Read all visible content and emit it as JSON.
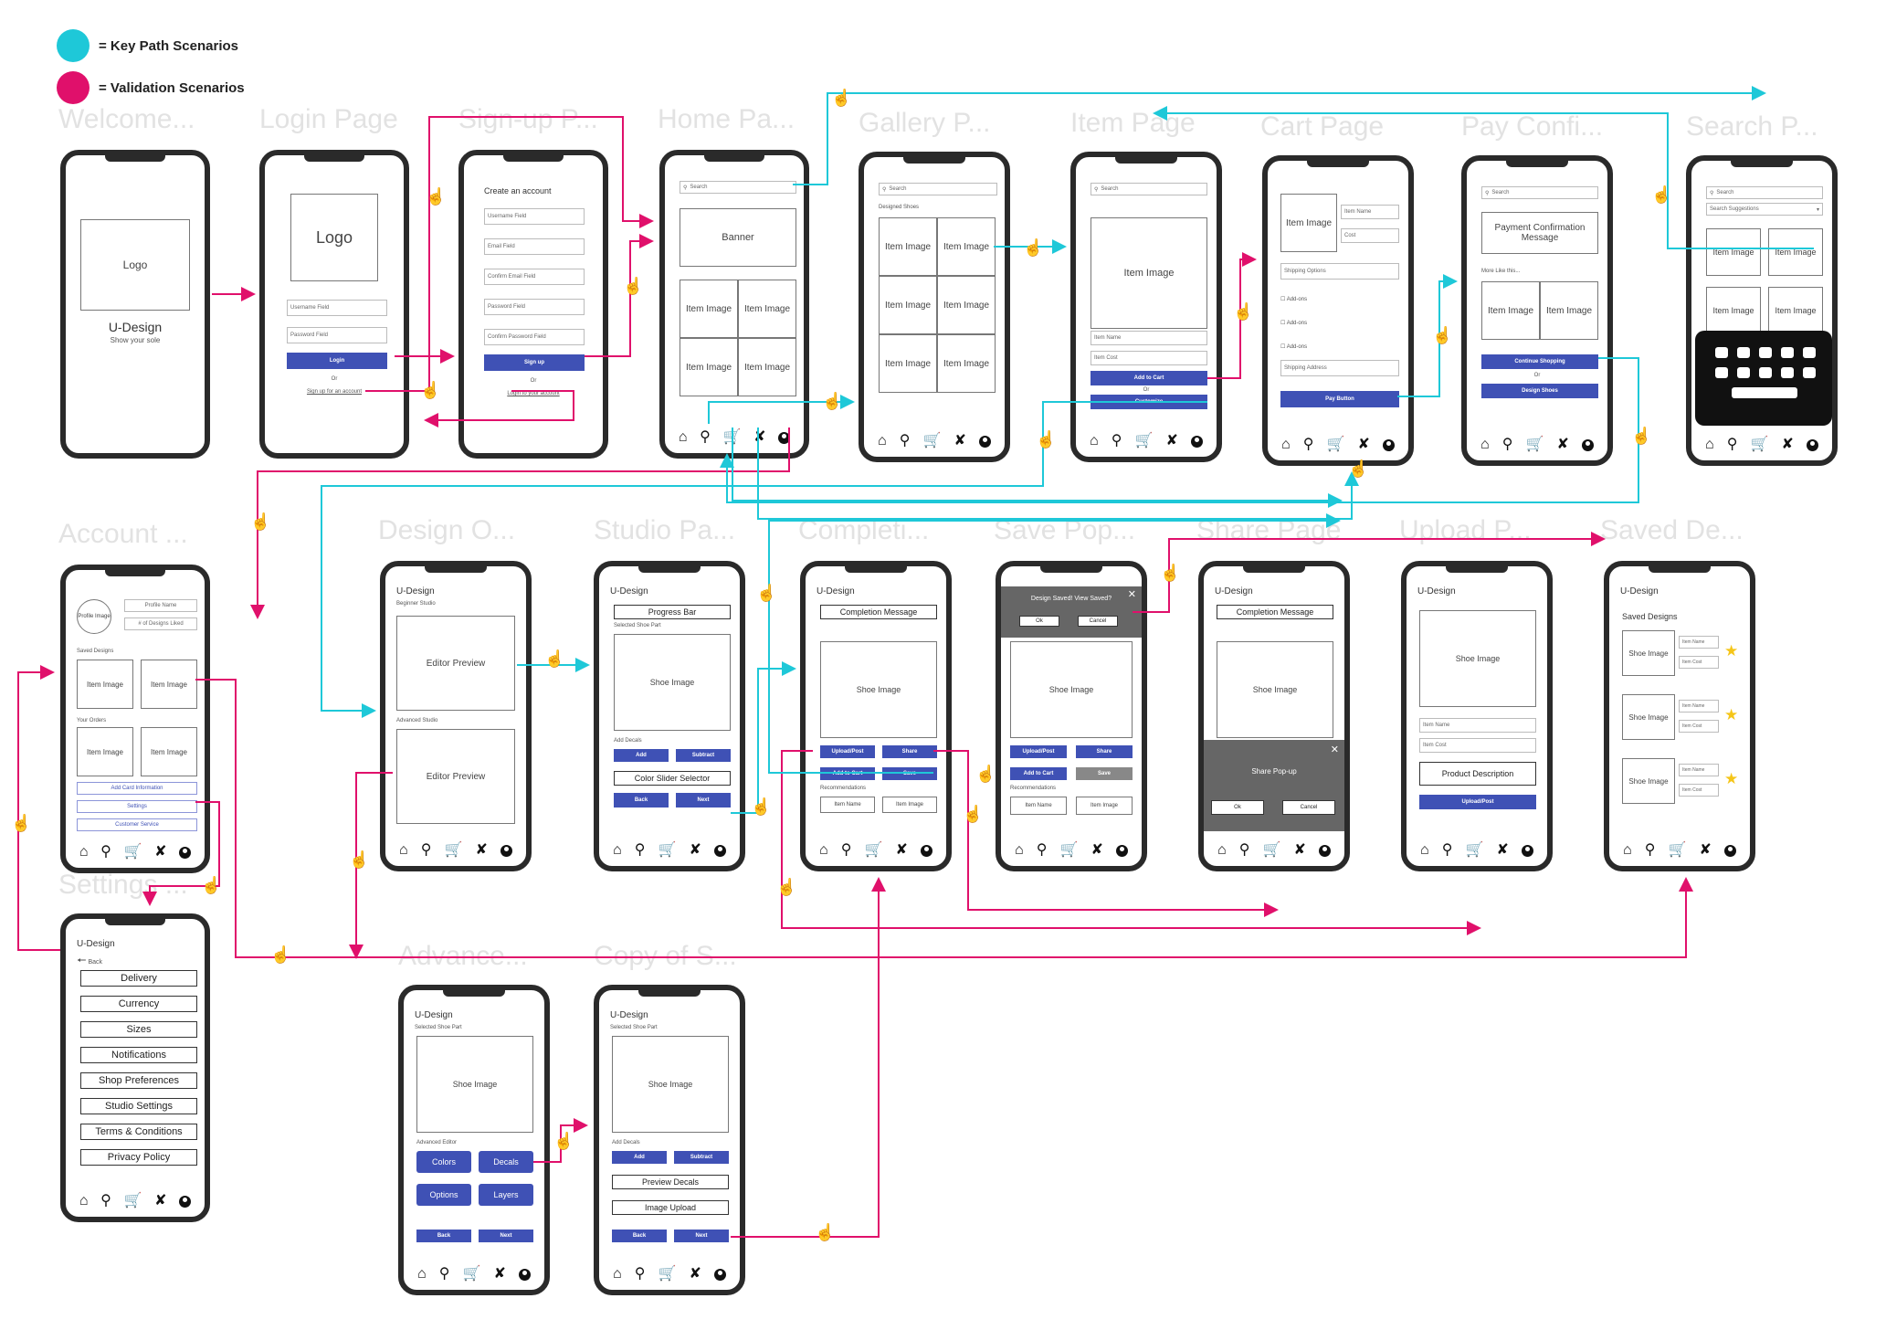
{
  "legend": [
    {
      "label": "= Key Path Scenarios",
      "color": "#1ec8d8"
    },
    {
      "label": "= Validation Scenarios",
      "color": "#e0106b"
    }
  ],
  "colors": {
    "key_path": "#1ec8d8",
    "validation": "#e0106b",
    "accent": "#3f51b5",
    "frame": "#2a2a2a"
  },
  "icons": [
    "home-icon",
    "search-icon",
    "cart-icon",
    "design-tools-icon",
    "profile-icon",
    "pointer-hand-icon",
    "keyboard-icon",
    "star-icon",
    "back-arrow-icon",
    "close-icon"
  ],
  "titles": {
    "welcome": "Welcome...",
    "login": "Login Page",
    "signup": "Sign-up P...",
    "home": "Home Pa...",
    "gallery": "Gallery P...",
    "item": "Item Page",
    "cart": "Cart Page",
    "payconfirm": "Pay Confi...",
    "search": "Search P...",
    "account": "Account ...",
    "design": "Design O...",
    "studio": "Studio Pa...",
    "completion": "Completi...",
    "savepopup": "Save Pop...",
    "share": "Share Page",
    "upload": "Upload P...",
    "saved": "Saved De...",
    "settings": "Settings ...",
    "advanced": "Advance...",
    "copy": "Copy of S..."
  },
  "welcome": {
    "logo": "Logo",
    "brand": "U-Design",
    "tagline": "Show your sole"
  },
  "login": {
    "logo": "Logo",
    "username": "Username Field",
    "password": "Password Field",
    "login_btn": "Login",
    "or": "Or",
    "signup_link": "Sign up for an account"
  },
  "signup": {
    "heading": "Create an account",
    "username": "Username Field",
    "email": "Email Field",
    "confirm_email": "Confirm Email Field",
    "password": "Password Field",
    "confirm_password": "Confirm Password Field",
    "signup_btn": "Sign up",
    "or": "Or",
    "login_link": "Login to your account"
  },
  "home": {
    "search": "Search",
    "banner": "Banner",
    "items": [
      "Item Image",
      "Item Image",
      "Item Image",
      "Item Image"
    ]
  },
  "gallery": {
    "search": "Search",
    "section": "Designed Shoes",
    "items": [
      "Item Image",
      "Item Image",
      "Item Image",
      "Item Image",
      "Item Image",
      "Item Image"
    ]
  },
  "item": {
    "search": "Search",
    "image": "Item Image",
    "name": "Item Name",
    "cost": "Item Cost",
    "add_cart": "Add to Cart",
    "or": "Or",
    "customize": "Customize"
  },
  "cart": {
    "image": "Item Image",
    "name": "Item Name",
    "cost": "Cost",
    "shipping": "Shipping Options",
    "addons": [
      "Add-ons",
      "Add-ons",
      "Add-ons"
    ],
    "address": "Shipping Address",
    "pay": "Pay Button"
  },
  "payconfirm": {
    "search": "Search",
    "message": "Payment Confirmation Message",
    "more": "More Like this...",
    "items": [
      "Item Image",
      "Item Image"
    ],
    "continue": "Continue Shopping",
    "or": "Or",
    "design": "Design Shoes"
  },
  "search": {
    "search": "Search",
    "suggestions": "Search Suggestions",
    "items": [
      "Item Image",
      "Item Image",
      "Item Image",
      "Item Image"
    ]
  },
  "account": {
    "profile_image": "Profile Image",
    "profile_name": "Profile Name",
    "num_designs": "# of Designs Liked",
    "saved_heading": "Saved Designs",
    "saved_items": [
      "Item Image",
      "Item Image"
    ],
    "orders_heading": "Your Orders",
    "order_items": [
      "Item Image",
      "Item Image"
    ],
    "add_card": "Add Card Information",
    "settings": "Settings",
    "customer_service": "Customer Service"
  },
  "settings": {
    "brand": "U-Design",
    "back": "Back",
    "items": [
      "Delivery",
      "Currency",
      "Sizes",
      "Notifications",
      "Shop Preferences",
      "Studio Settings",
      "Terms & Conditions",
      "Privacy Policy"
    ]
  },
  "design": {
    "brand": "U-Design",
    "beginner": "Beginner Studio",
    "preview1": "Editor Preview",
    "advanced": "Advanced Studio",
    "preview2": "Editor Preview"
  },
  "studio": {
    "brand": "U-Design",
    "progress": "Progress Bar",
    "selected": "Selected Shoe Part",
    "image": "Shoe Image",
    "decals": "Add Decals",
    "add": "Add",
    "subtract": "Subtract",
    "color": "Color Slider Selector",
    "back": "Back",
    "next": "Next"
  },
  "completion": {
    "brand": "U-Design",
    "message": "Completion Message",
    "image": "Shoe Image",
    "upload": "Upload/Post",
    "share": "Share",
    "add_cart": "Add to Cart",
    "save": "Save",
    "recs": "Recommendations",
    "rec_items": [
      "Item Name",
      "Item Image"
    ]
  },
  "savepopup": {
    "question": "Design Saved! View Saved?",
    "ok": "Ok",
    "cancel": "Cancel",
    "image": "Shoe Image",
    "upload": "Upload/Post",
    "share": "Share",
    "add_cart": "Add to Cart",
    "save": "Save",
    "recs": "Recommendations",
    "rec_items": [
      "Item Name",
      "Item Image"
    ]
  },
  "share": {
    "brand": "U-Design",
    "message": "Completion Message",
    "image": "Shoe Image",
    "popup": "Share Pop-up",
    "ok": "Ok",
    "cancel": "Cancel"
  },
  "upload": {
    "brand": "U-Design",
    "image": "Shoe Image",
    "name": "Item Name",
    "cost": "Item Cost",
    "description": "Product Description",
    "upload_btn": "Upload/Post"
  },
  "saved": {
    "brand": "U-Design",
    "heading": "Saved Designs",
    "rows": [
      {
        "image": "Shoe Image",
        "name": "Item Name",
        "cost": "Item Cost"
      },
      {
        "image": "Shoe Image",
        "name": "Item Name",
        "cost": "Item Cost"
      },
      {
        "image": "Shoe Image",
        "name": "Item Name",
        "cost": "Item Cost"
      }
    ]
  },
  "advanced": {
    "brand": "U-Design",
    "selected": "Selected Shoe Part",
    "image": "Shoe Image",
    "editor": "Advanced Editor",
    "colors": "Colors",
    "decals": "Decals",
    "options": "Options",
    "layers": "Layers",
    "back": "Back",
    "next": "Next"
  },
  "copy": {
    "brand": "U-Design",
    "selected": "Selected Shoe Part",
    "image": "Shoe Image",
    "decals": "Add Decals",
    "add": "Add",
    "subtract": "Subtract",
    "preview": "Preview Decals",
    "upload": "Image Upload",
    "back": "Back",
    "next": "Next"
  }
}
